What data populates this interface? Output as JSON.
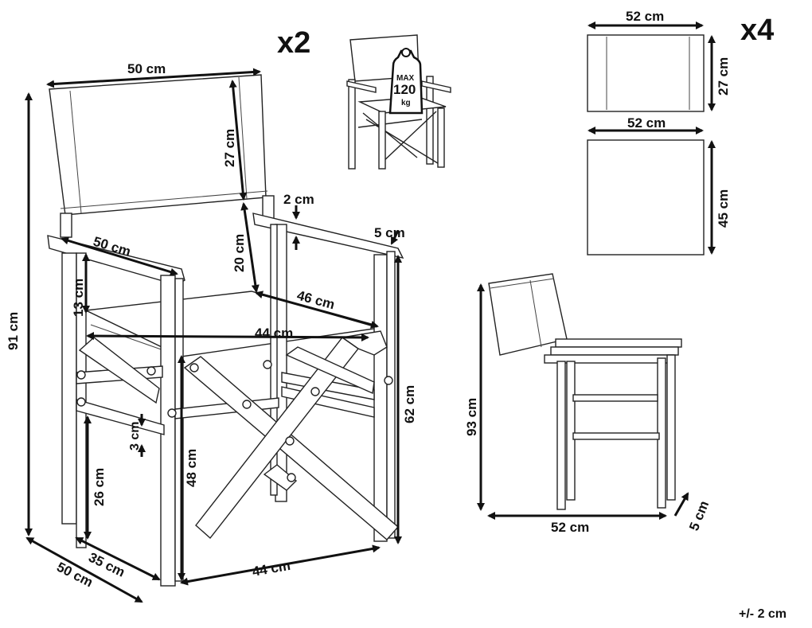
{
  "quantities": {
    "chairs": "x2",
    "panels": "x4"
  },
  "tolerance": "+/- 2 cm",
  "max_load": {
    "label": "MAX",
    "value": "120",
    "unit": "kg"
  },
  "chair_dimensions": {
    "backrest_width": "50 cm",
    "backrest_height": "27 cm",
    "backrest_gap": "20 cm",
    "total_height": "91 cm",
    "armrest_length": "50 cm",
    "armrest_above_seat": "13 cm",
    "seat_depth": "46 cm",
    "seat_width": "44 cm",
    "armrest_thickness": "2 cm",
    "armrest_width": "5 cm",
    "armrest_height": "62 cm",
    "seat_height": "48 cm",
    "rail_height": "26 cm",
    "rail_thickness": "3 cm",
    "inner_depth": "35 cm",
    "depth": "50 cm",
    "base_width": "44 cm"
  },
  "panel_dimensions": {
    "back_width": "52 cm",
    "back_height": "27 cm",
    "seat_width": "52 cm",
    "seat_height": "45 cm"
  },
  "folded_dimensions": {
    "height": "93 cm",
    "width": "52 cm",
    "depth": "5 cm"
  }
}
